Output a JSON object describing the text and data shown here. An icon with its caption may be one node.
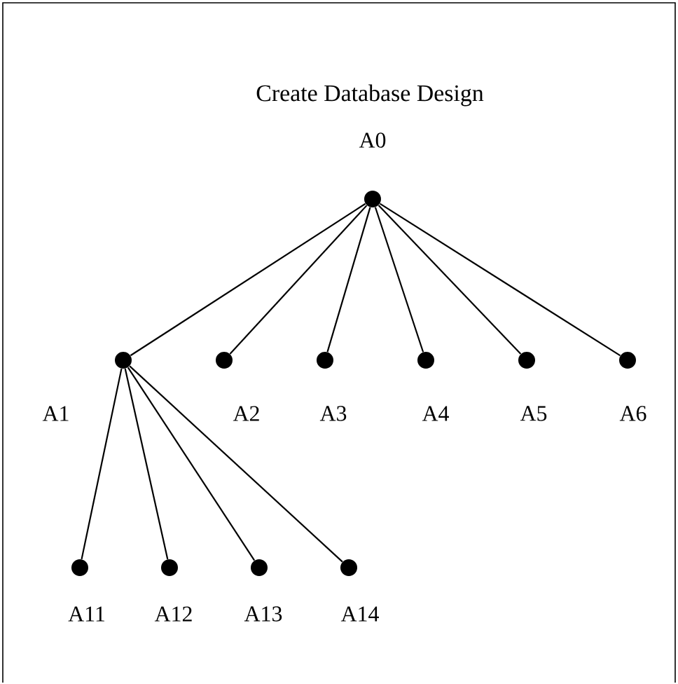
{
  "diagram": {
    "title": "Create Database Design",
    "nodes": [
      {
        "text": [],
        "shape": "circle",
        "beside": [
          "A0"
        ]
      },
      {
        "text": [],
        "shape": "circle",
        "beside": [
          "A1"
        ]
      },
      {
        "text": [],
        "shape": "circle",
        "beside": [
          "A2"
        ]
      },
      {
        "text": [],
        "shape": "circle",
        "beside": [
          "A3"
        ]
      },
      {
        "text": [],
        "shape": "circle",
        "beside": [
          "A4"
        ]
      },
      {
        "text": [],
        "shape": "circle",
        "beside": [
          "A5"
        ]
      },
      {
        "text": [],
        "shape": "circle",
        "beside": [
          "A6"
        ]
      },
      {
        "text": [],
        "shape": "circle",
        "beside": [
          "A11"
        ]
      },
      {
        "text": [],
        "shape": "circle",
        "beside": [
          "A12"
        ]
      },
      {
        "text": [],
        "shape": "circle",
        "beside": [
          "A13"
        ]
      },
      {
        "text": [],
        "shape": "circle",
        "beside": [
          "A14"
        ]
      }
    ],
    "edges": [
      {
        "from": 0,
        "to": 1,
        "arrow": "none"
      },
      {
        "from": 0,
        "to": 2,
        "arrow": "none"
      },
      {
        "from": 0,
        "to": 3,
        "arrow": "none"
      },
      {
        "from": 0,
        "to": 4,
        "arrow": "none"
      },
      {
        "from": 0,
        "to": 5,
        "arrow": "none"
      },
      {
        "from": 0,
        "to": 6,
        "arrow": "none"
      },
      {
        "from": 1,
        "to": 7,
        "arrow": "none"
      },
      {
        "from": 1,
        "to": 8,
        "arrow": "none"
      },
      {
        "from": 1,
        "to": 9,
        "arrow": "none"
      },
      {
        "from": 1,
        "to": 10,
        "arrow": "none"
      }
    ]
  }
}
